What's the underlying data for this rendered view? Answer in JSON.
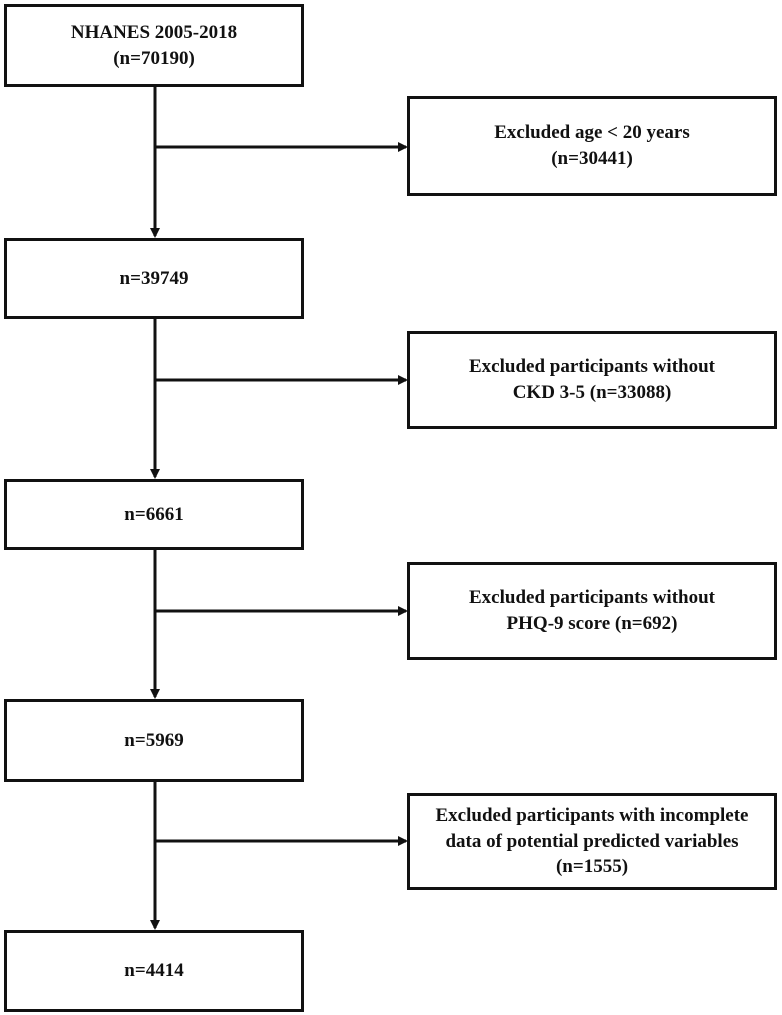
{
  "flowchart": {
    "main_boxes": [
      {
        "lines": [
          "NHANES 2005-2018",
          "(n=70190)"
        ]
      },
      {
        "lines": [
          "n=39749"
        ]
      },
      {
        "lines": [
          "n=6661"
        ]
      },
      {
        "lines": [
          "n=5969"
        ]
      },
      {
        "lines": [
          "n=4414"
        ]
      }
    ],
    "exclusion_boxes": [
      {
        "lines": [
          "Excluded age < 20 years",
          "(n=30441)"
        ]
      },
      {
        "lines": [
          "Excluded participants without",
          "CKD 3-5 (n=33088)"
        ]
      },
      {
        "lines": [
          "Excluded participants without",
          "PHQ-9 score (n=692)"
        ]
      },
      {
        "lines": [
          "Excluded participants with incomplete",
          "data of potential predicted variables",
          "(n=1555)"
        ]
      }
    ]
  }
}
